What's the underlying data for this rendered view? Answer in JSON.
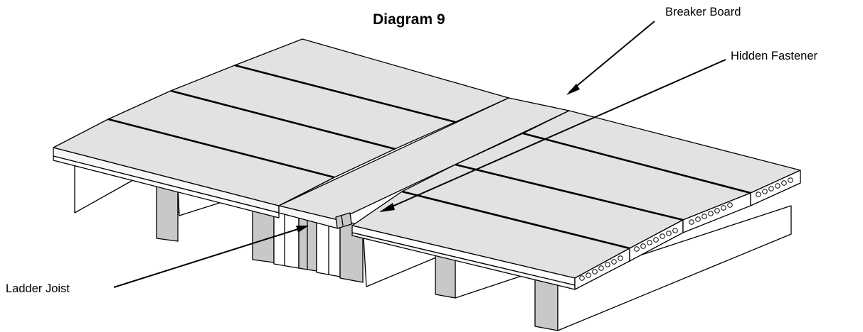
{
  "diagram": {
    "title": "Diagram 9",
    "labels": {
      "breaker_board": "Breaker Board",
      "hidden_fastener": "Hidden Fastener",
      "ladder_joist": "Ladder Joist"
    }
  }
}
